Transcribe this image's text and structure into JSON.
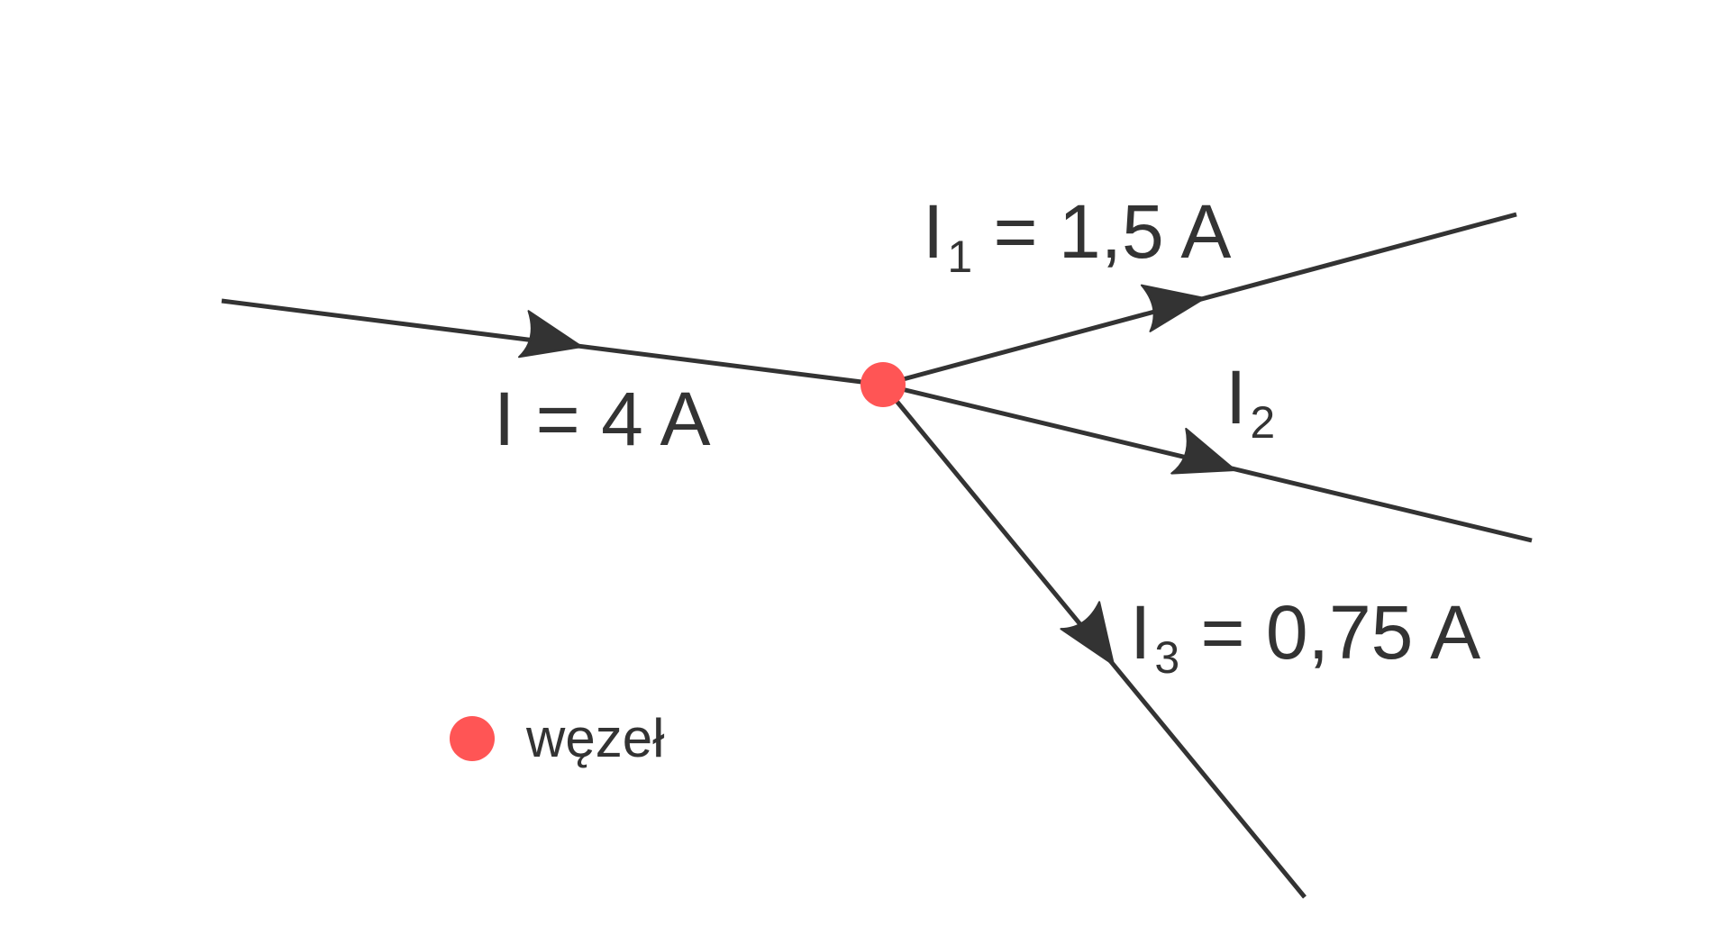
{
  "labels": {
    "input": {
      "symbol": "I",
      "text": " = 4 A"
    },
    "branch1": {
      "symbol": "I",
      "subscript": "1",
      "text": " = 1,5 A"
    },
    "branch2": {
      "symbol": "I",
      "subscript": "2",
      "text": ""
    },
    "branch3": {
      "symbol": "I",
      "subscript": "3",
      "text": " = 0,75 A"
    }
  },
  "legend": {
    "label": "węzeł"
  },
  "colors": {
    "wire": "#333333",
    "node": "#ff5555"
  }
}
